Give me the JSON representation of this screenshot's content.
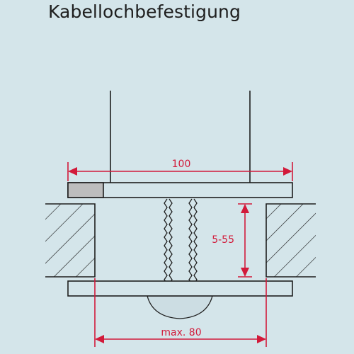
{
  "title": "Kabellochbefestigung",
  "dimensions": {
    "top_width": "100",
    "thickness_range": "5-55",
    "bottom_width": "max. 80"
  },
  "colors": {
    "background": "#d4e5ea",
    "line": "#1e1e1e",
    "dimension": "#d21a3a",
    "clamp_block": "#bdbdbd",
    "cap": "#ccdde3"
  }
}
